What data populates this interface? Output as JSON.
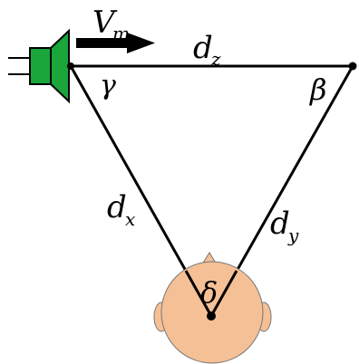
{
  "labels": {
    "velocity": "V",
    "velocity_sub": "m",
    "side_z": "d",
    "side_z_sub": "z",
    "side_x": "d",
    "side_x_sub": "x",
    "side_y": "d",
    "side_y_sub": "y",
    "angle_speaker": "γ",
    "angle_right": "β",
    "angle_listener": "δ"
  },
  "colors": {
    "speaker": "#1aa63a",
    "skin": "#f5c096",
    "line": "#000000"
  }
}
